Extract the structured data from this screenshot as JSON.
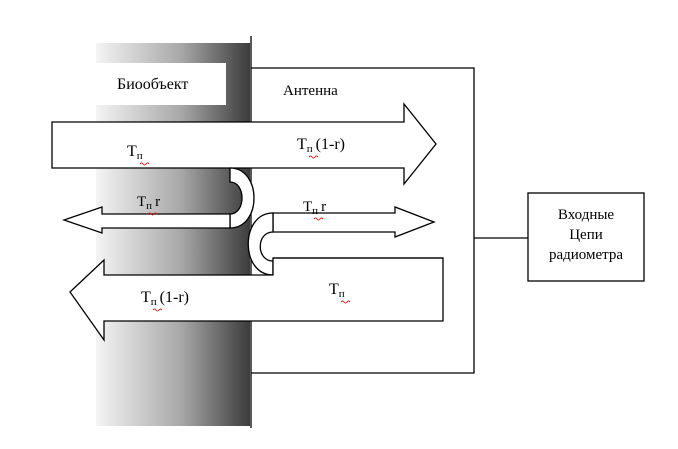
{
  "labels": {
    "bioobject": "Биообъект",
    "antenna": "Антенна",
    "radiometer_line1": "Входные",
    "radiometer_line2": "Цепи",
    "radiometer_line3": "радиометра"
  },
  "terms": {
    "T": "Т",
    "sub": "п",
    "one_minus_r": "(1-r)",
    "r": "r"
  },
  "colors": {
    "gradient_dark": "#3a3a3a",
    "gradient_light": "#f2f2f2",
    "line": "#000000",
    "spellcheck_underline": "#cc2222"
  }
}
